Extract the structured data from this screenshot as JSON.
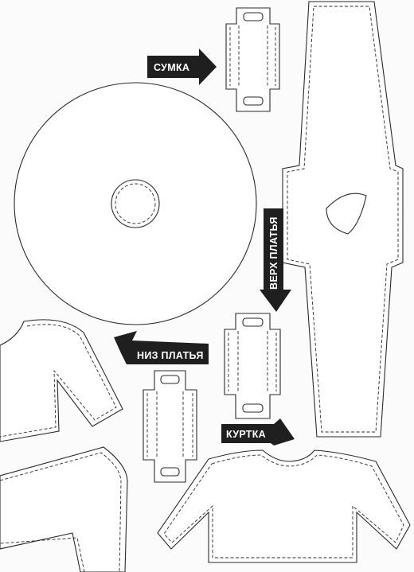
{
  "labels": {
    "bag": "СУМКА",
    "dress_top": "ВЕРХ ПЛАТЬЯ",
    "dress_bottom": "НИЗ ПЛАТЬЯ",
    "jacket": "КУРТКА"
  },
  "colors": {
    "paper": "#fbfbfb",
    "outline": "#2a2a2a",
    "arrow": "#1f1f1f",
    "label_text": "#ffffff"
  }
}
